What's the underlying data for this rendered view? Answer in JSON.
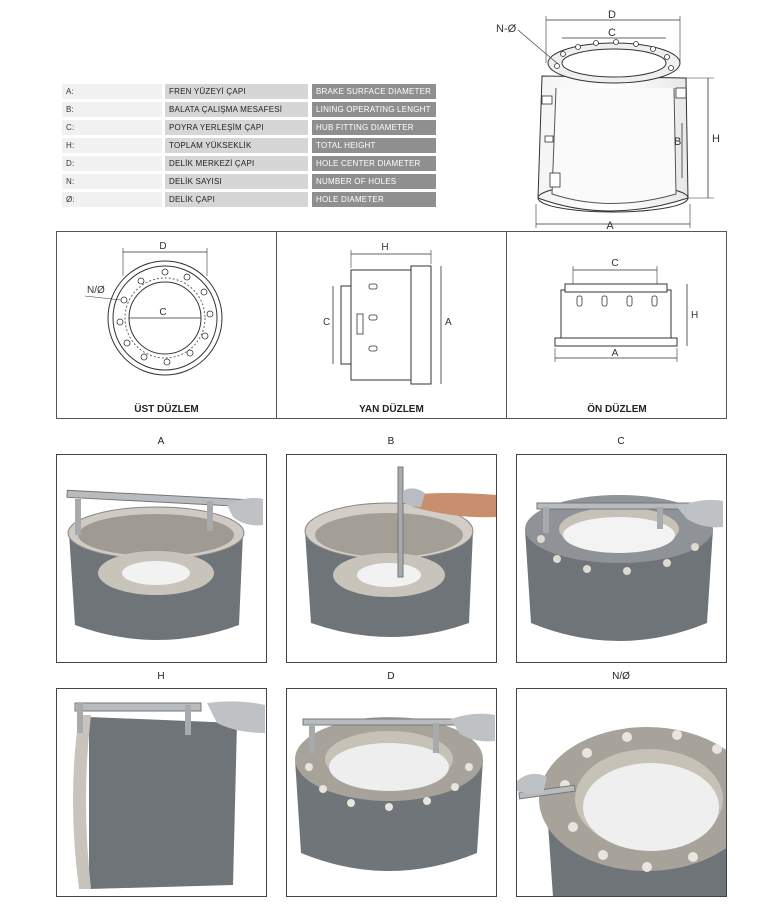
{
  "legend": [
    {
      "key": "A:",
      "tr": "FREN YÜZEYİ ÇAPI",
      "en": "BRAKE SURFACE DIAMETER"
    },
    {
      "key": "B:",
      "tr": "BALATA ÇALIŞMA MESAFESİ",
      "en": "LINING OPERATING LENGHT"
    },
    {
      "key": "C:",
      "tr": "POYRA YERLEŞİM ÇAPI",
      "en": "HUB FITTING DIAMETER"
    },
    {
      "key": "H:",
      "tr": "TOPLAM YÜKSEKLİK",
      "en": "TOTAL HEIGHT"
    },
    {
      "key": "D:",
      "tr": "DELİK MERKEZİ ÇAPI",
      "en": "HOLE CENTER DIAMETER"
    },
    {
      "key": "N:",
      "tr": "DELİK SAYISI",
      "en": "NUMBER OF HOLES"
    },
    {
      "key": "Ø:",
      "tr": "DELİK ÇAPI",
      "en": "HOLE DIAMETER"
    }
  ],
  "main_drawing": {
    "label_no": "N-Ø",
    "label_d": "D",
    "label_c": "C",
    "label_b": "B",
    "label_h": "H",
    "label_a": "A"
  },
  "views": {
    "top": {
      "title": "ÜST DÜZLEM",
      "label_d": "D",
      "label_no": "N/Ø",
      "label_c": "C"
    },
    "side": {
      "title": "YAN DÜZLEM",
      "label_h": "H",
      "label_c": "C",
      "label_a": "A"
    },
    "front": {
      "title": "ÖN DÜZLEM",
      "label_c": "C",
      "label_h": "H",
      "label_a": "A"
    }
  },
  "photos": [
    {
      "label": "A"
    },
    {
      "label": "B"
    },
    {
      "label": "C"
    },
    {
      "label": "H"
    },
    {
      "label": "D"
    },
    {
      "label": "N/Ø"
    }
  ]
}
